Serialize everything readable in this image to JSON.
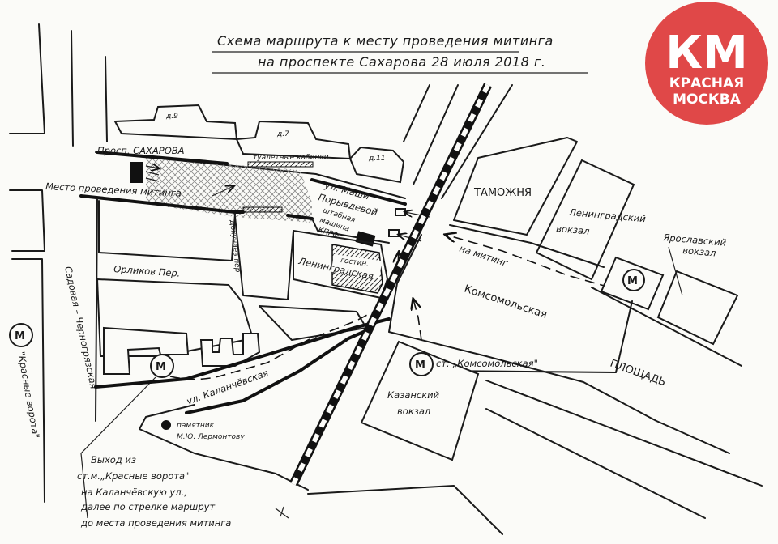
{
  "title_line1": "Схема маршрута к месту проведения митинга",
  "title_line2": "на проспекте Сахарова 28 июля 2018 г.",
  "streets": {
    "prosp_sakharova": "Просп. САХАРОВА",
    "toilets": "туалетные кабинки",
    "rally_place": "Место проведения митинга",
    "mashi_line1": "ул. Маши",
    "mashi_line2": "Порывдевой",
    "hq_line1": "штабная",
    "hq_line2": "машина",
    "hq_line3": "КПРФ",
    "orlikov": "Орликов Пер.",
    "dokuchaev": "Докучаев пер",
    "sadovaya": "Садовая – Черногрязская",
    "kalanchevskaya": "ул. Каланчёвская",
    "komsomolskaya": "Комсомольская",
    "ploshchad": "ПЛОЩАДЬ",
    "na_miting": "на митинг"
  },
  "buildings": {
    "d9": "д.9",
    "d7": "д.7",
    "d11": "д.11",
    "tamozhnya": "ТАМОЖНЯ",
    "leningradsky_line1": "Ленинградский",
    "leningradsky_line2": "вокзал",
    "yaroslavsky_line1": "Ярославский",
    "yaroslavsky_line2": "вокзал",
    "hotel_line1": "гостин.",
    "hotel_line2": "Ленинградская",
    "kazansky_line1": "Казанский",
    "kazansky_line2": "вокзал"
  },
  "metro": {
    "symbol": "М",
    "krasnye_vorota": "\"Красные ворота\"",
    "komsomolskaya": "ст. „Комсомольская\""
  },
  "monument_line1": "памятник",
  "monument_line2": "М.Ю. Лермонтову",
  "note_lines": [
    "Выход из",
    "ст.м.„Красные ворота\"",
    "на Каланчёвскую ул.,",
    "далее по стрелке маршрут",
    "до места проведения митинга"
  ],
  "logo": {
    "letters": "КМ",
    "line1": "КРАСНАЯ",
    "line2": "МОСКВА",
    "color": "#e04848"
  }
}
